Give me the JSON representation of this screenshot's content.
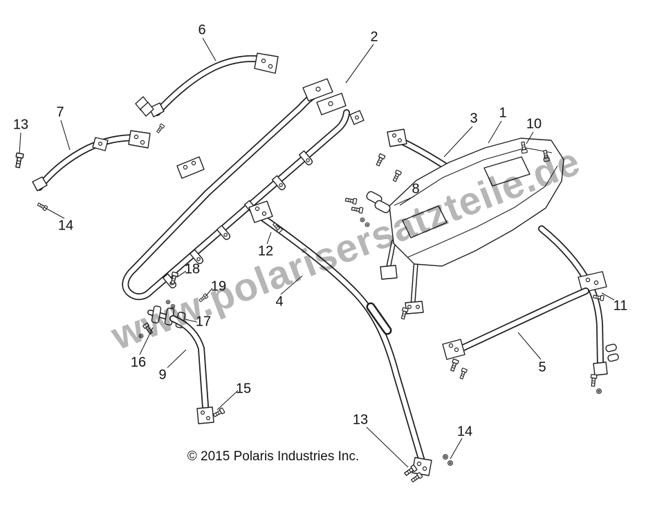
{
  "watermark": {
    "text": "www.polarisersatzteile.de"
  },
  "footer": {
    "copyright": "© 2015 Polaris Industries Inc."
  },
  "colors": {
    "line": "#1f1f1f",
    "watermark": "#9a9a9a",
    "background": "#ffffff"
  },
  "callouts": [
    {
      "label": "6"
    },
    {
      "label": "2"
    },
    {
      "label": "13"
    },
    {
      "label": "7"
    },
    {
      "label": "1"
    },
    {
      "label": "3"
    },
    {
      "label": "10"
    },
    {
      "label": "14"
    },
    {
      "label": "8"
    },
    {
      "label": "12"
    },
    {
      "label": "18"
    },
    {
      "label": "19"
    },
    {
      "label": "4"
    },
    {
      "label": "11"
    },
    {
      "label": "17"
    },
    {
      "label": "16"
    },
    {
      "label": "9"
    },
    {
      "label": "5"
    },
    {
      "label": "15"
    },
    {
      "label": "13"
    },
    {
      "label": "14"
    }
  ]
}
